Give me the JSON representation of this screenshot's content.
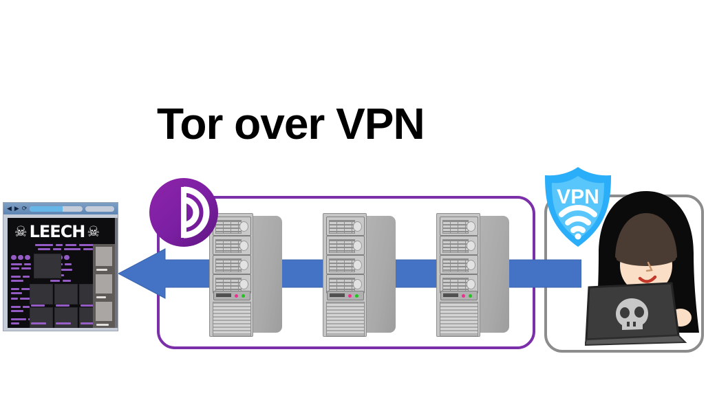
{
  "title": "Tor over VPN",
  "diagram": {
    "type": "network-flow-diagram",
    "direction": "right-to-left",
    "description": "Traffic flows from the hacker's computer through a VPN, then through the Tor network of three relay servers, and out to the LEECH dark-web site.",
    "zones": [
      {
        "name": "tor-network",
        "label": "",
        "border_color": "#7B2FA8"
      },
      {
        "name": "user-vpn-zone",
        "label": "",
        "border_color": "#8C8C8C"
      }
    ],
    "flow_arrow": {
      "color": "#4472C4",
      "direction": "left"
    },
    "nodes": [
      {
        "name": "destination-site",
        "label": "LEECH"
      },
      {
        "name": "tor-browser-logo",
        "label": ""
      },
      {
        "name": "tor-relay-1",
        "label": ""
      },
      {
        "name": "tor-relay-2",
        "label": ""
      },
      {
        "name": "tor-relay-3",
        "label": ""
      },
      {
        "name": "vpn-shield",
        "label": "VPN"
      },
      {
        "name": "hacker-user",
        "label": ""
      }
    ]
  },
  "vpn": {
    "label": "VPN",
    "shield_color": "#2BAEF9",
    "inner_color": "#58C6FB"
  },
  "tor": {
    "logo_color": "#7B1FA2",
    "logo_color_light": "#9C27B0"
  },
  "leech": {
    "brand": "LEECH",
    "skull_left": "☠",
    "skull_right": "☠",
    "nav_back": "◀",
    "nav_forward": "▶",
    "nav_reload": "⟳",
    "url_value": "",
    "url_placeholder": "",
    "search_value": "",
    "search_placeholder": ""
  },
  "colors": {
    "arrow_blue": "#4472C4",
    "tor_purple": "#7B2FA8",
    "user_gray": "#8C8C8C",
    "title_black": "#000000",
    "led_pink": "#EF2F8F",
    "led_green": "#23C41F"
  }
}
